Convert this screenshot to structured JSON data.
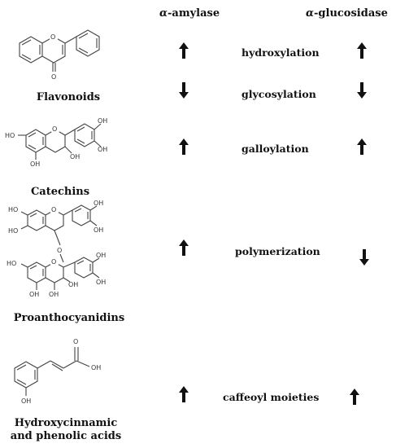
{
  "headers": {
    "col1_greek": "α",
    "col1_rest": "-amylase",
    "col2_greek": "α",
    "col2_rest": "-glucosidase"
  },
  "rows": [
    {
      "compound": "Flavonoids",
      "modification": "hydroxylation",
      "amylase": "up",
      "glucosidase": "up"
    },
    {
      "compound": "",
      "modification": "glycosylation",
      "amylase": "down",
      "glucosidase": "down"
    },
    {
      "compound": "Catechins",
      "modification": "galloylation",
      "amylase": "up",
      "glucosidase": "up"
    },
    {
      "compound": "Proanthocyanidins",
      "modification": "polymerization",
      "amylase": "up",
      "glucosidase": "down"
    },
    {
      "compound": "Hydroxycinnamic and phenolic acids",
      "modification": "caffeoyl moieties",
      "amylase": "up",
      "glucosidase": "up"
    }
  ],
  "compound_labels": {
    "flavonoids": "Flavonoids",
    "catechins": "Catechins",
    "proanthocyanidins": "Proanthocyanidins",
    "hydroxy_line1": "Hydroxycinnamic",
    "hydroxy_line2": "and phenolic acids"
  },
  "atom_labels": {
    "o": "O",
    "oh": "OH",
    "ho": "HO"
  }
}
